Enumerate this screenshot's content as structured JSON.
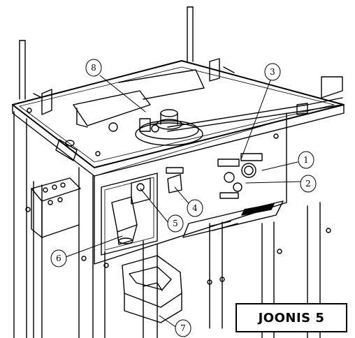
{
  "figure": {
    "caption": "JOONIS 5",
    "callouts": [
      "1",
      "2",
      "3",
      "4",
      "5",
      "6",
      "7",
      "8"
    ]
  }
}
